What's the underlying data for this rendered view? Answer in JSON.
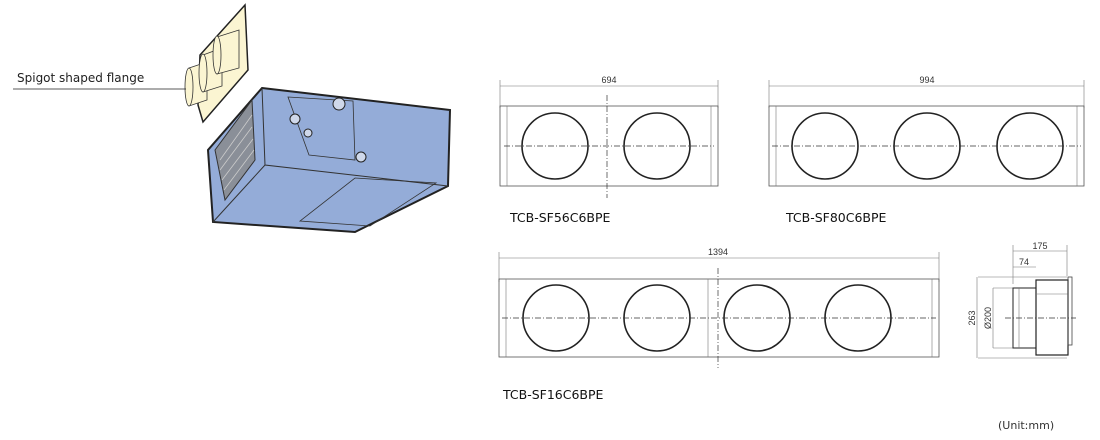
{
  "illustration": {
    "callout_label": "Spigot shaped flange"
  },
  "drawings": [
    {
      "model": "TCB-SF56C6BPE",
      "width_dim": "694",
      "spigots": 2
    },
    {
      "model": "TCB-SF80C6BPE",
      "width_dim": "994",
      "spigots": 3
    },
    {
      "model": "TCB-SF16C6BPE",
      "width_dim": "1394",
      "spigots": 4
    }
  ],
  "side_view": {
    "depth_dim": "175",
    "spigot_dim": "74",
    "height_dim": "263",
    "diameter_dim": "Ø200"
  },
  "unit_note": "(Unit:mm)",
  "colors": {
    "unit_body": "#94acd8",
    "flange": "#fbf5d2"
  }
}
